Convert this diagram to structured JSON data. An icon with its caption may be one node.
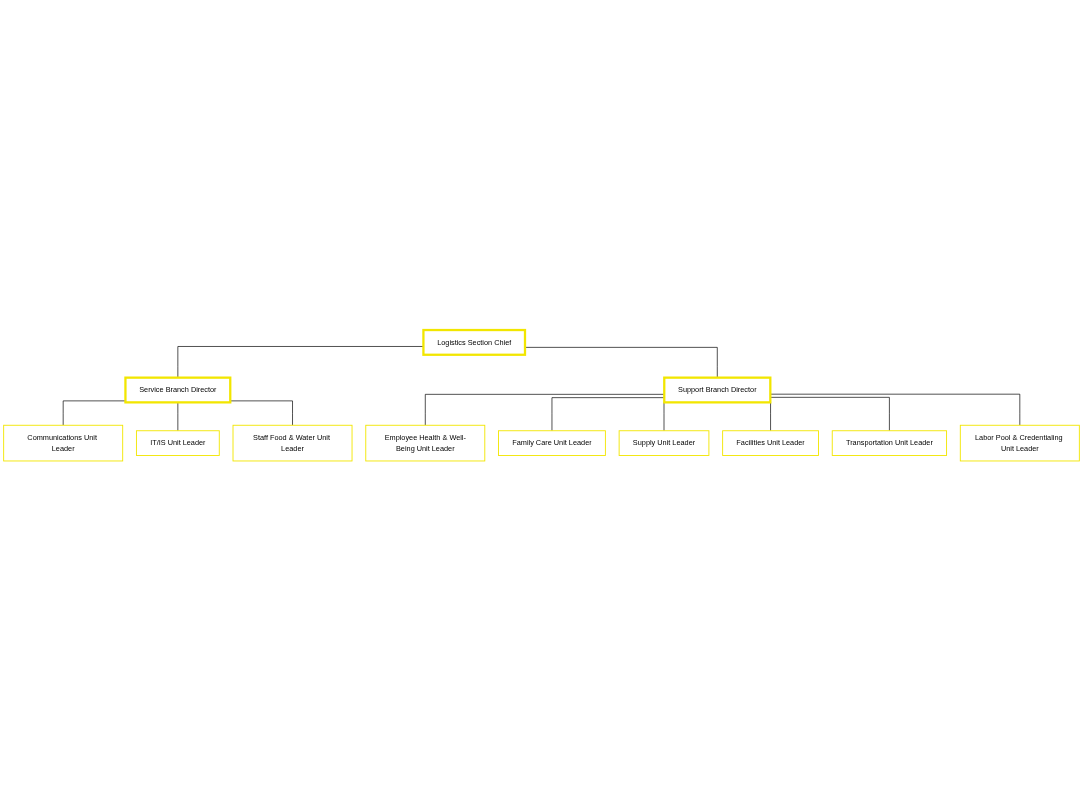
{
  "diagram": {
    "nodes": [
      {
        "text": [
          "Logistics Section Chief"
        ]
      },
      {
        "text": [
          "Service Branch Director"
        ]
      },
      {
        "text": [
          "Support Branch Director"
        ]
      },
      {
        "text": [
          "Communications Unit Leader"
        ]
      },
      {
        "text": [
          "IT/IS Unit Leader"
        ]
      },
      {
        "text": [
          "Staff Food & Water Unit Leader"
        ]
      },
      {
        "text": [
          "Employee Health & Well-Being Unit Leader"
        ]
      },
      {
        "text": [
          "Family Care Unit Leader"
        ]
      },
      {
        "text": [
          "Supply Unit Leader"
        ]
      },
      {
        "text": [
          "Facilities Unit Leader"
        ]
      },
      {
        "text": [
          "Transportation Unit Leader"
        ]
      },
      {
        "text": [
          "Labor Pool & Credentialing Unit Leader"
        ]
      }
    ],
    "edges": [
      {
        "from": 0,
        "to": 1,
        "arrow": "none"
      },
      {
        "from": 0,
        "to": 2,
        "arrow": "none"
      },
      {
        "from": 1,
        "to": 3,
        "arrow": "none"
      },
      {
        "from": 1,
        "to": 4,
        "arrow": "none"
      },
      {
        "from": 1,
        "to": 5,
        "arrow": "none"
      },
      {
        "from": 2,
        "to": 6,
        "arrow": "none"
      },
      {
        "from": 2,
        "to": 7,
        "arrow": "none"
      },
      {
        "from": 2,
        "to": 8,
        "arrow": "none"
      },
      {
        "from": 2,
        "to": 9,
        "arrow": "none"
      },
      {
        "from": 2,
        "to": 10,
        "arrow": "none"
      },
      {
        "from": 2,
        "to": 11,
        "arrow": "none"
      }
    ]
  }
}
